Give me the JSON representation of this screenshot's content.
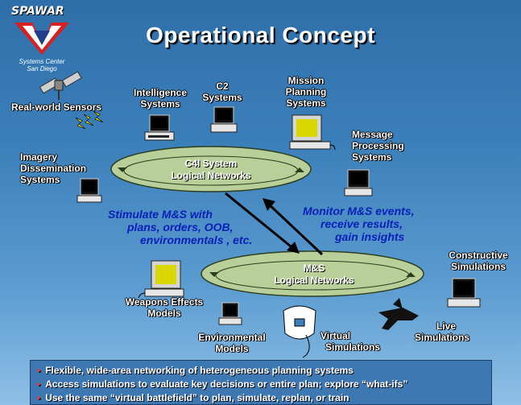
{
  "logo": {
    "brand": "SPAWAR",
    "sub1": "Systems Center",
    "sub2": "San Diego"
  },
  "title": "Operational Concept",
  "nodes": {
    "sensors": "Real-world Sensors",
    "intel1": "Intelligence",
    "intel2": "Systems",
    "c2_1": "C2",
    "c2_2": "Systems",
    "mission1": "Mission",
    "mission2": "Planning",
    "mission3": "Systems",
    "message1": "Message",
    "message2": "Processing",
    "message3": "Systems",
    "imagery1": "Imagery",
    "imagery2": "Dissemination",
    "imagery3": "Systems",
    "constructive1": "Constructive",
    "constructive2": "Simulations",
    "weapons1": "Weapons Effects",
    "weapons2": "Models",
    "environmental1": "Environmental",
    "environmental2": "Models",
    "virtual1": "Virtual",
    "virtual2": "Simulations",
    "live1": "Live",
    "live2": "Simulations"
  },
  "networks": {
    "c4i1": "C4I System",
    "c4i2": "Logical Networks",
    "ms1": "M&S",
    "ms2": "Logical Networks"
  },
  "annotations": {
    "stimulate1": "Stimulate M&S with",
    "stimulate2": "plans, orders, OOB,",
    "stimulate3": "environmentals , etc.",
    "monitor1": "Monitor M&S events,",
    "monitor2": "receive results,",
    "monitor3": "gain insights"
  },
  "bullets": [
    "Flexible, wide-area networking of heterogeneous planning systems",
    "Access simulations to evaluate key decisions or entire plan; explore “what-ifs”",
    "Use the same “virtual battlefield” to plan, simulate, replan, or train"
  ],
  "colors": {
    "accent_red": "#d8201f",
    "annotation_blue": "#0a1fb8",
    "ellipse_fill": "#b8cf9a"
  }
}
